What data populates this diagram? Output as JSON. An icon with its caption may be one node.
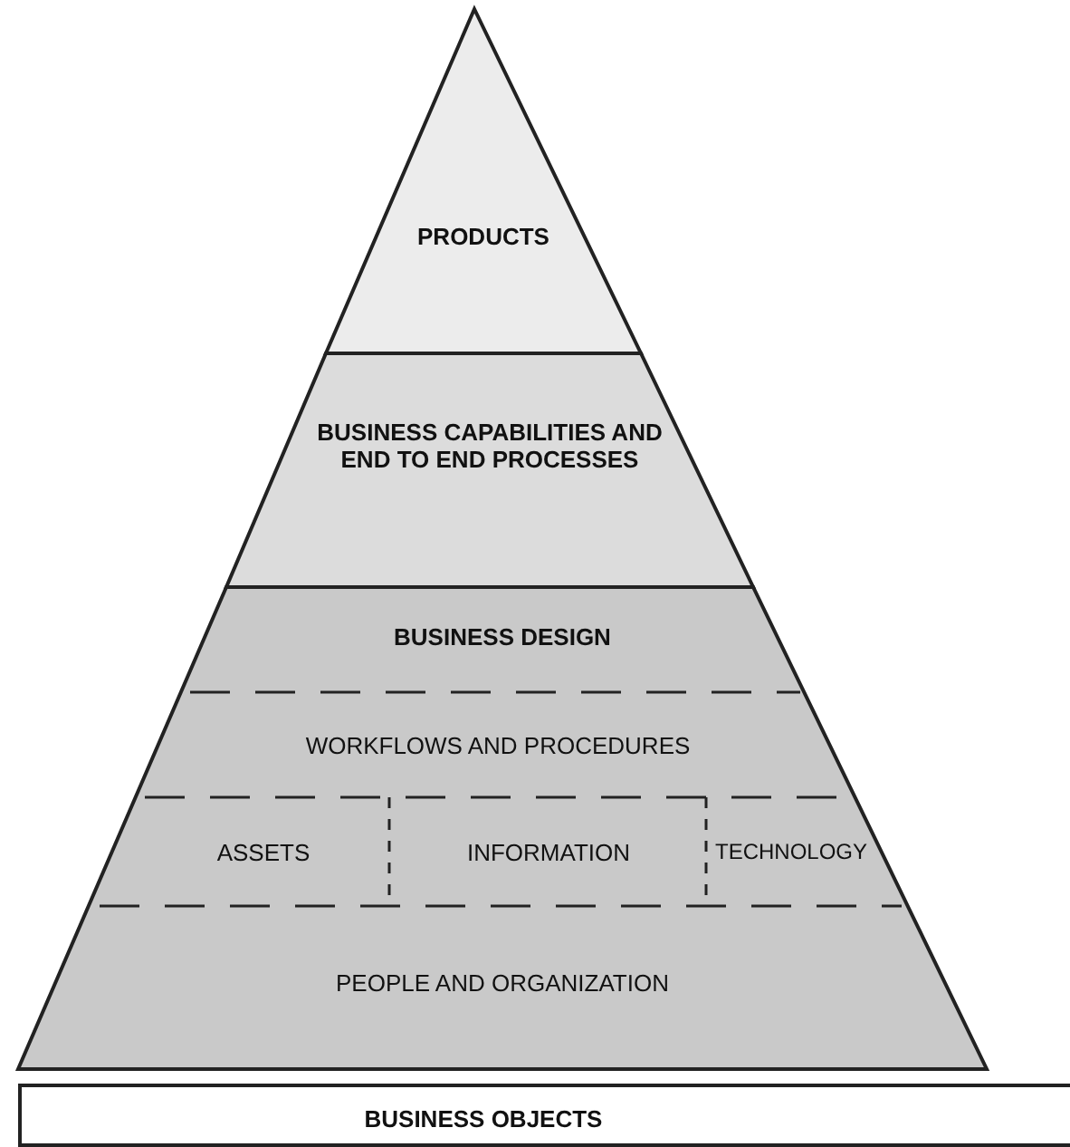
{
  "diagram": {
    "nodes": [
      {
        "text": [
          "PRODUCTS"
        ]
      },
      {
        "text": [
          "BUSINESS CAPABILITIES AND END TO END PROCESSES"
        ]
      },
      {
        "text": [
          "BUSINESS DESIGN"
        ]
      },
      {
        "text": [
          "WORKFLOWS AND PROCEDURES"
        ],
        "in": 2
      },
      {
        "text": [
          "ASSETS"
        ],
        "in": 2
      },
      {
        "text": [
          "INFORMATION"
        ],
        "in": 2
      },
      {
        "text": [
          "TECHNOLOGY"
        ],
        "in": 2
      },
      {
        "text": [
          "PEOPLE AND ORGANIZATION"
        ],
        "in": 2
      },
      {
        "text": [
          "BUSINESS OBJECTS"
        ]
      }
    ]
  }
}
